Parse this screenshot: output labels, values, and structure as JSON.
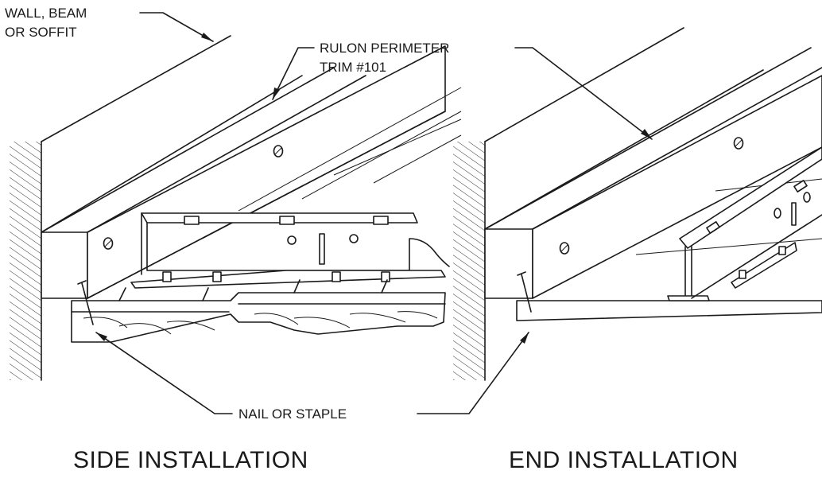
{
  "labels": {
    "wall_beam_soffit_line1": "WALL, BEAM",
    "wall_beam_soffit_line2": "OR SOFFIT",
    "rulon_trim_line1": "RULON PERIMETER",
    "rulon_trim_line2": "TRIM #101",
    "nail_or_staple": "NAIL OR STAPLE"
  },
  "titles": {
    "side": "SIDE INSTALLATION",
    "end": "END INSTALLATION"
  }
}
